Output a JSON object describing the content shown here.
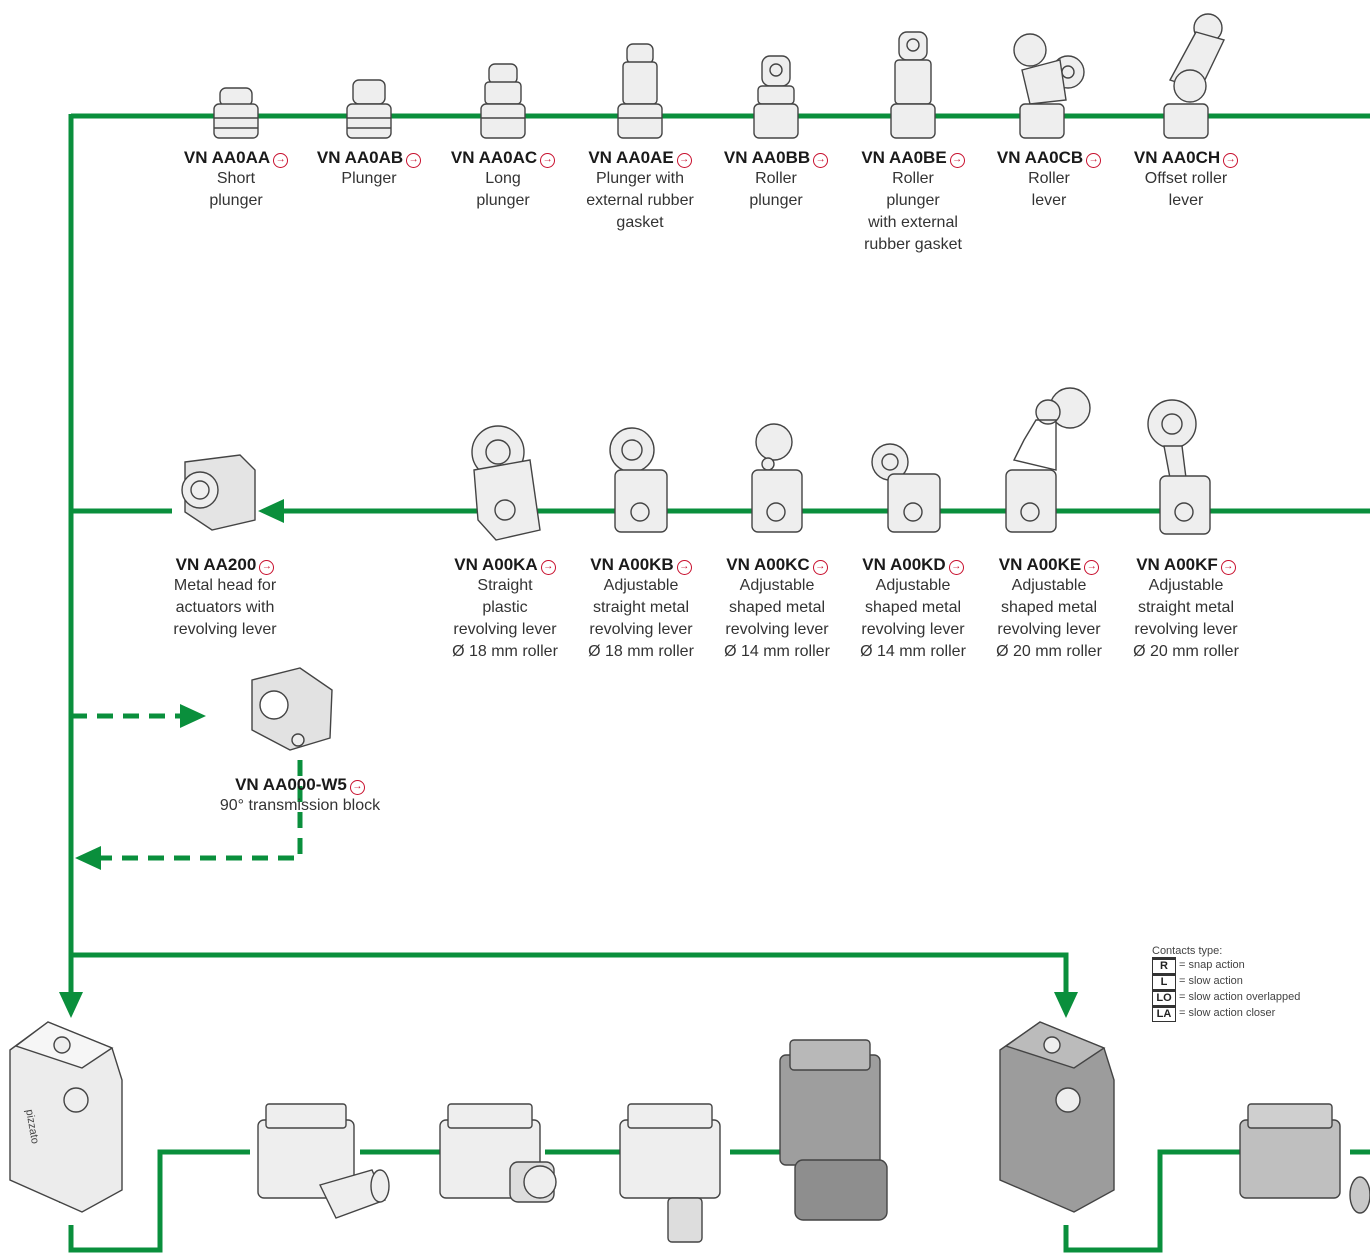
{
  "accent_green": "#0a8f3c",
  "arrow_red": "#c8102e",
  "top_row": [
    {
      "code": "VN AA0AA",
      "desc": [
        "Short",
        "plunger"
      ]
    },
    {
      "code": "VN AA0AB",
      "desc": [
        "Plunger"
      ]
    },
    {
      "code": "VN AA0AC",
      "desc": [
        "Long",
        "plunger"
      ]
    },
    {
      "code": "VN AA0AE",
      "desc": [
        "Plunger with",
        "external rubber",
        "gasket"
      ]
    },
    {
      "code": "VN AA0BB",
      "desc": [
        "Roller",
        "plunger"
      ]
    },
    {
      "code": "VN AA0BE",
      "desc": [
        "Roller",
        "plunger",
        "with external",
        "rubber gasket"
      ]
    },
    {
      "code": "VN AA0CB",
      "desc": [
        "Roller",
        "lever"
      ]
    },
    {
      "code": "VN AA0CH",
      "desc": [
        "Offset roller",
        "lever"
      ]
    }
  ],
  "metal_head": {
    "code": "VN AA200",
    "desc": [
      "Metal head for",
      "actuators with",
      "revolving lever"
    ]
  },
  "mid_row": [
    {
      "code": "VN A00KA",
      "desc": [
        "Straight",
        "plastic",
        "revolving lever",
        "Ø 18 mm roller"
      ]
    },
    {
      "code": "VN A00KB",
      "desc": [
        "Adjustable",
        "straight metal",
        "revolving lever",
        "Ø 18 mm roller"
      ]
    },
    {
      "code": "VN A00KC",
      "desc": [
        "Adjustable",
        "shaped metal",
        "revolving lever",
        "Ø 14 mm roller"
      ]
    },
    {
      "code": "VN A00KD",
      "desc": [
        "Adjustable",
        "shaped metal",
        "revolving lever",
        "Ø 14 mm roller"
      ]
    },
    {
      "code": "VN A00KE",
      "desc": [
        "Adjustable",
        "shaped metal",
        "revolving lever",
        "Ø 20 mm roller"
      ]
    },
    {
      "code": "VN A00KF",
      "desc": [
        "Adjustable",
        "straight metal",
        "revolving lever",
        "Ø 20 mm roller"
      ]
    }
  ],
  "transmission_block": {
    "code": "VN AA000-W5",
    "desc": [
      "90° transmission block"
    ]
  },
  "legend": {
    "title": "Contacts type:",
    "items": [
      {
        "key": "R",
        "text": "= snap action"
      },
      {
        "key": "L",
        "text": "= slow action"
      },
      {
        "key": "LO",
        "text": "= slow action overlapped"
      },
      {
        "key": "LA",
        "text": "= slow action closer"
      }
    ]
  }
}
